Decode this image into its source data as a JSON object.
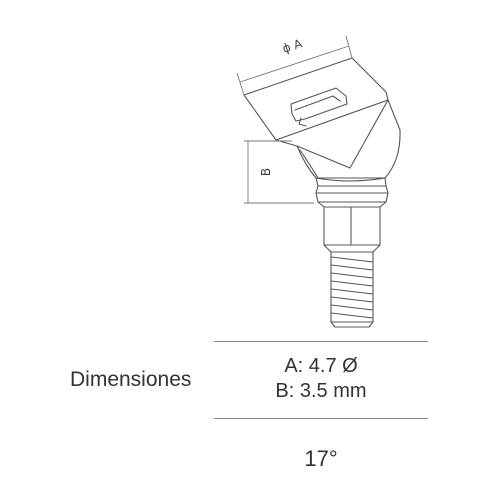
{
  "drawing": {
    "dimension_a_label": "ϕ A",
    "dimension_b_label": "B"
  },
  "specs": {
    "label": "Dimensiones",
    "a_value": "A: 4.7 Ø",
    "b_value": "B: 3.5 mm"
  },
  "angle": "17°",
  "colors": {
    "line": "#555555",
    "rule": "#8a8a8a",
    "text": "#333333"
  }
}
